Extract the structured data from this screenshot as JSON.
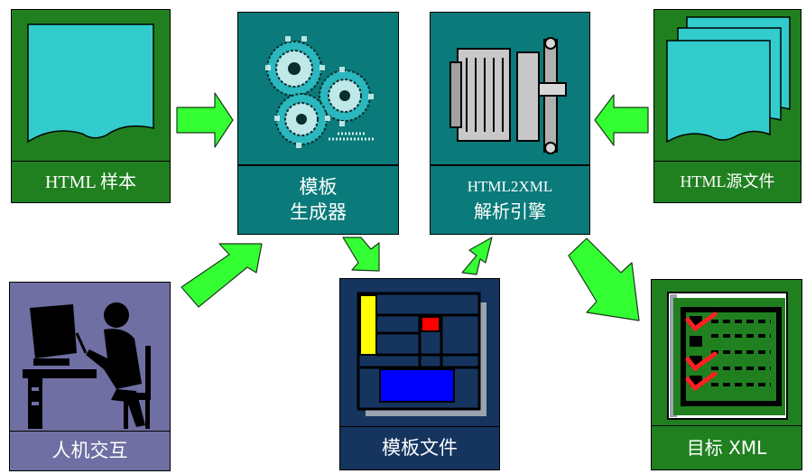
{
  "nodes": {
    "html_sample": {
      "label": "HTML 样本"
    },
    "template_generator": {
      "line1": "模板",
      "line2": "生成器"
    },
    "parser_engine": {
      "line1": "HTML2XML",
      "line2": "解析引擎"
    },
    "html_source": {
      "label": "HTML源文件"
    },
    "human_interaction": {
      "label": "人机交互"
    },
    "template_file": {
      "label": "模板文件"
    },
    "target_xml": {
      "label": "目标 XML"
    }
  },
  "colors": {
    "green_box": "#208020",
    "teal_box": "#0a7a7a",
    "navy_box": "#15355f",
    "lavender_box": "#6f6fa3",
    "arrow": "#33ff33",
    "paper": "#33cccc"
  }
}
